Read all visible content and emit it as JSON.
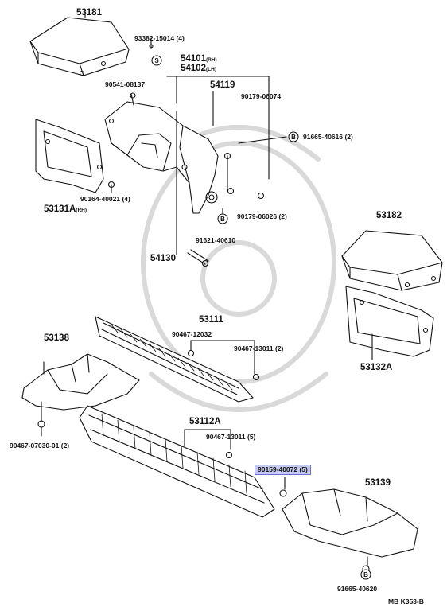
{
  "parts": {
    "p53181": "53181",
    "p93382": "93382-15014 (4)",
    "p54101": "54101",
    "p54101_side": "(RH)",
    "p54102": "54102",
    "p54102_side": "(LH)",
    "p90541": "90541-08137",
    "p54119": "54119",
    "p90179a": "90179-06074",
    "p91665a": "91665-40616 (2)",
    "p53131a": "53131A",
    "p53131a_side": "(RH)",
    "p90164": "90164-40021 (4)",
    "p90179b": "90179-06026 (2)",
    "p91621": "91621-40610",
    "p53182": "53182",
    "p54130": "54130",
    "p53111": "53111",
    "p90467a": "90467-12032",
    "p90467b": "90467-13011 (2)",
    "p53138": "53138",
    "p53132a": "53132A",
    "p53112a": "53112A",
    "p90467c": "90467-13011 (5)",
    "p90467d": "90467-07030-01 (2)",
    "p90159": "90159-40072 (5)",
    "p53139": "53139",
    "p91665b": "91665-40620"
  },
  "circle_marks": {
    "s": "S",
    "b": "B"
  },
  "footer": {
    "code": "MB  K353-B"
  },
  "highlight": {
    "part": "90159-40072 (5)",
    "fill": "#c5c8f3",
    "border": "#6a6fd8"
  }
}
